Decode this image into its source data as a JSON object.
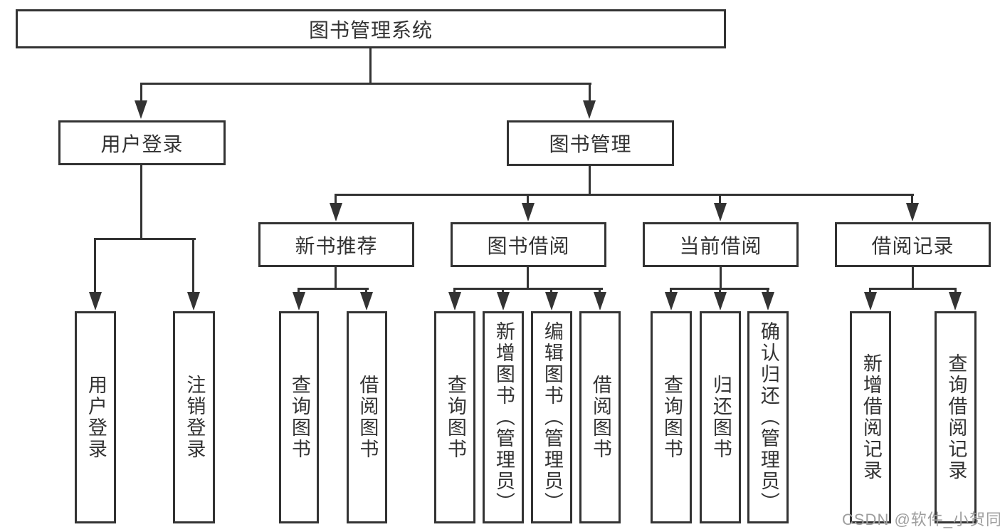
{
  "colors": {
    "line": "#333333",
    "text": "#333333",
    "box_fill": "#ffffff",
    "background": "#ffffff",
    "watermark": "#9e9e9e"
  },
  "watermark": {
    "text": "CSDN @软件_小贺同学"
  },
  "tree": {
    "label": "图书管理系统",
    "children": [
      {
        "label": "用户登录",
        "children": [
          {
            "label": "用户登录"
          },
          {
            "label": "注销登录"
          }
        ]
      },
      {
        "label": "图书管理",
        "children": [
          {
            "label": "新书推荐",
            "children": [
              {
                "label": "查询图书"
              },
              {
                "label": "借阅图书"
              }
            ]
          },
          {
            "label": "图书借阅",
            "children": [
              {
                "label": "查询图书"
              },
              {
                "label": "新增图书（管理员）"
              },
              {
                "label": "编辑图书（管理员）"
              },
              {
                "label": "借阅图书"
              }
            ]
          },
          {
            "label": "当前借阅",
            "children": [
              {
                "label": "查询图书"
              },
              {
                "label": "归还图书"
              },
              {
                "label": "确认归还（管理员）"
              }
            ]
          },
          {
            "label": "借阅记录",
            "children": [
              {
                "label": "新增借阅记录"
              },
              {
                "label": "查询借阅记录"
              }
            ]
          }
        ]
      }
    ]
  }
}
